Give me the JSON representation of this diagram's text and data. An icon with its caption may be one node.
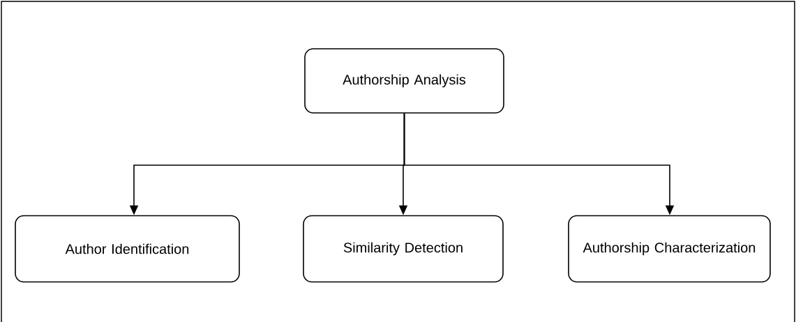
{
  "diagram": {
    "nodes": [
      {
        "text": [
          "Authorship Analysis"
        ]
      },
      {
        "text": [
          "Author Identification"
        ]
      },
      {
        "text": [
          "Similarity Detection"
        ]
      },
      {
        "text": [
          "Authorship Characterization"
        ]
      }
    ],
    "edges": [
      {
        "from": 0,
        "to": 1,
        "arrow": "to"
      },
      {
        "from": 0,
        "to": 2,
        "arrow": "to"
      },
      {
        "from": 0,
        "to": 3,
        "arrow": "to"
      }
    ]
  }
}
